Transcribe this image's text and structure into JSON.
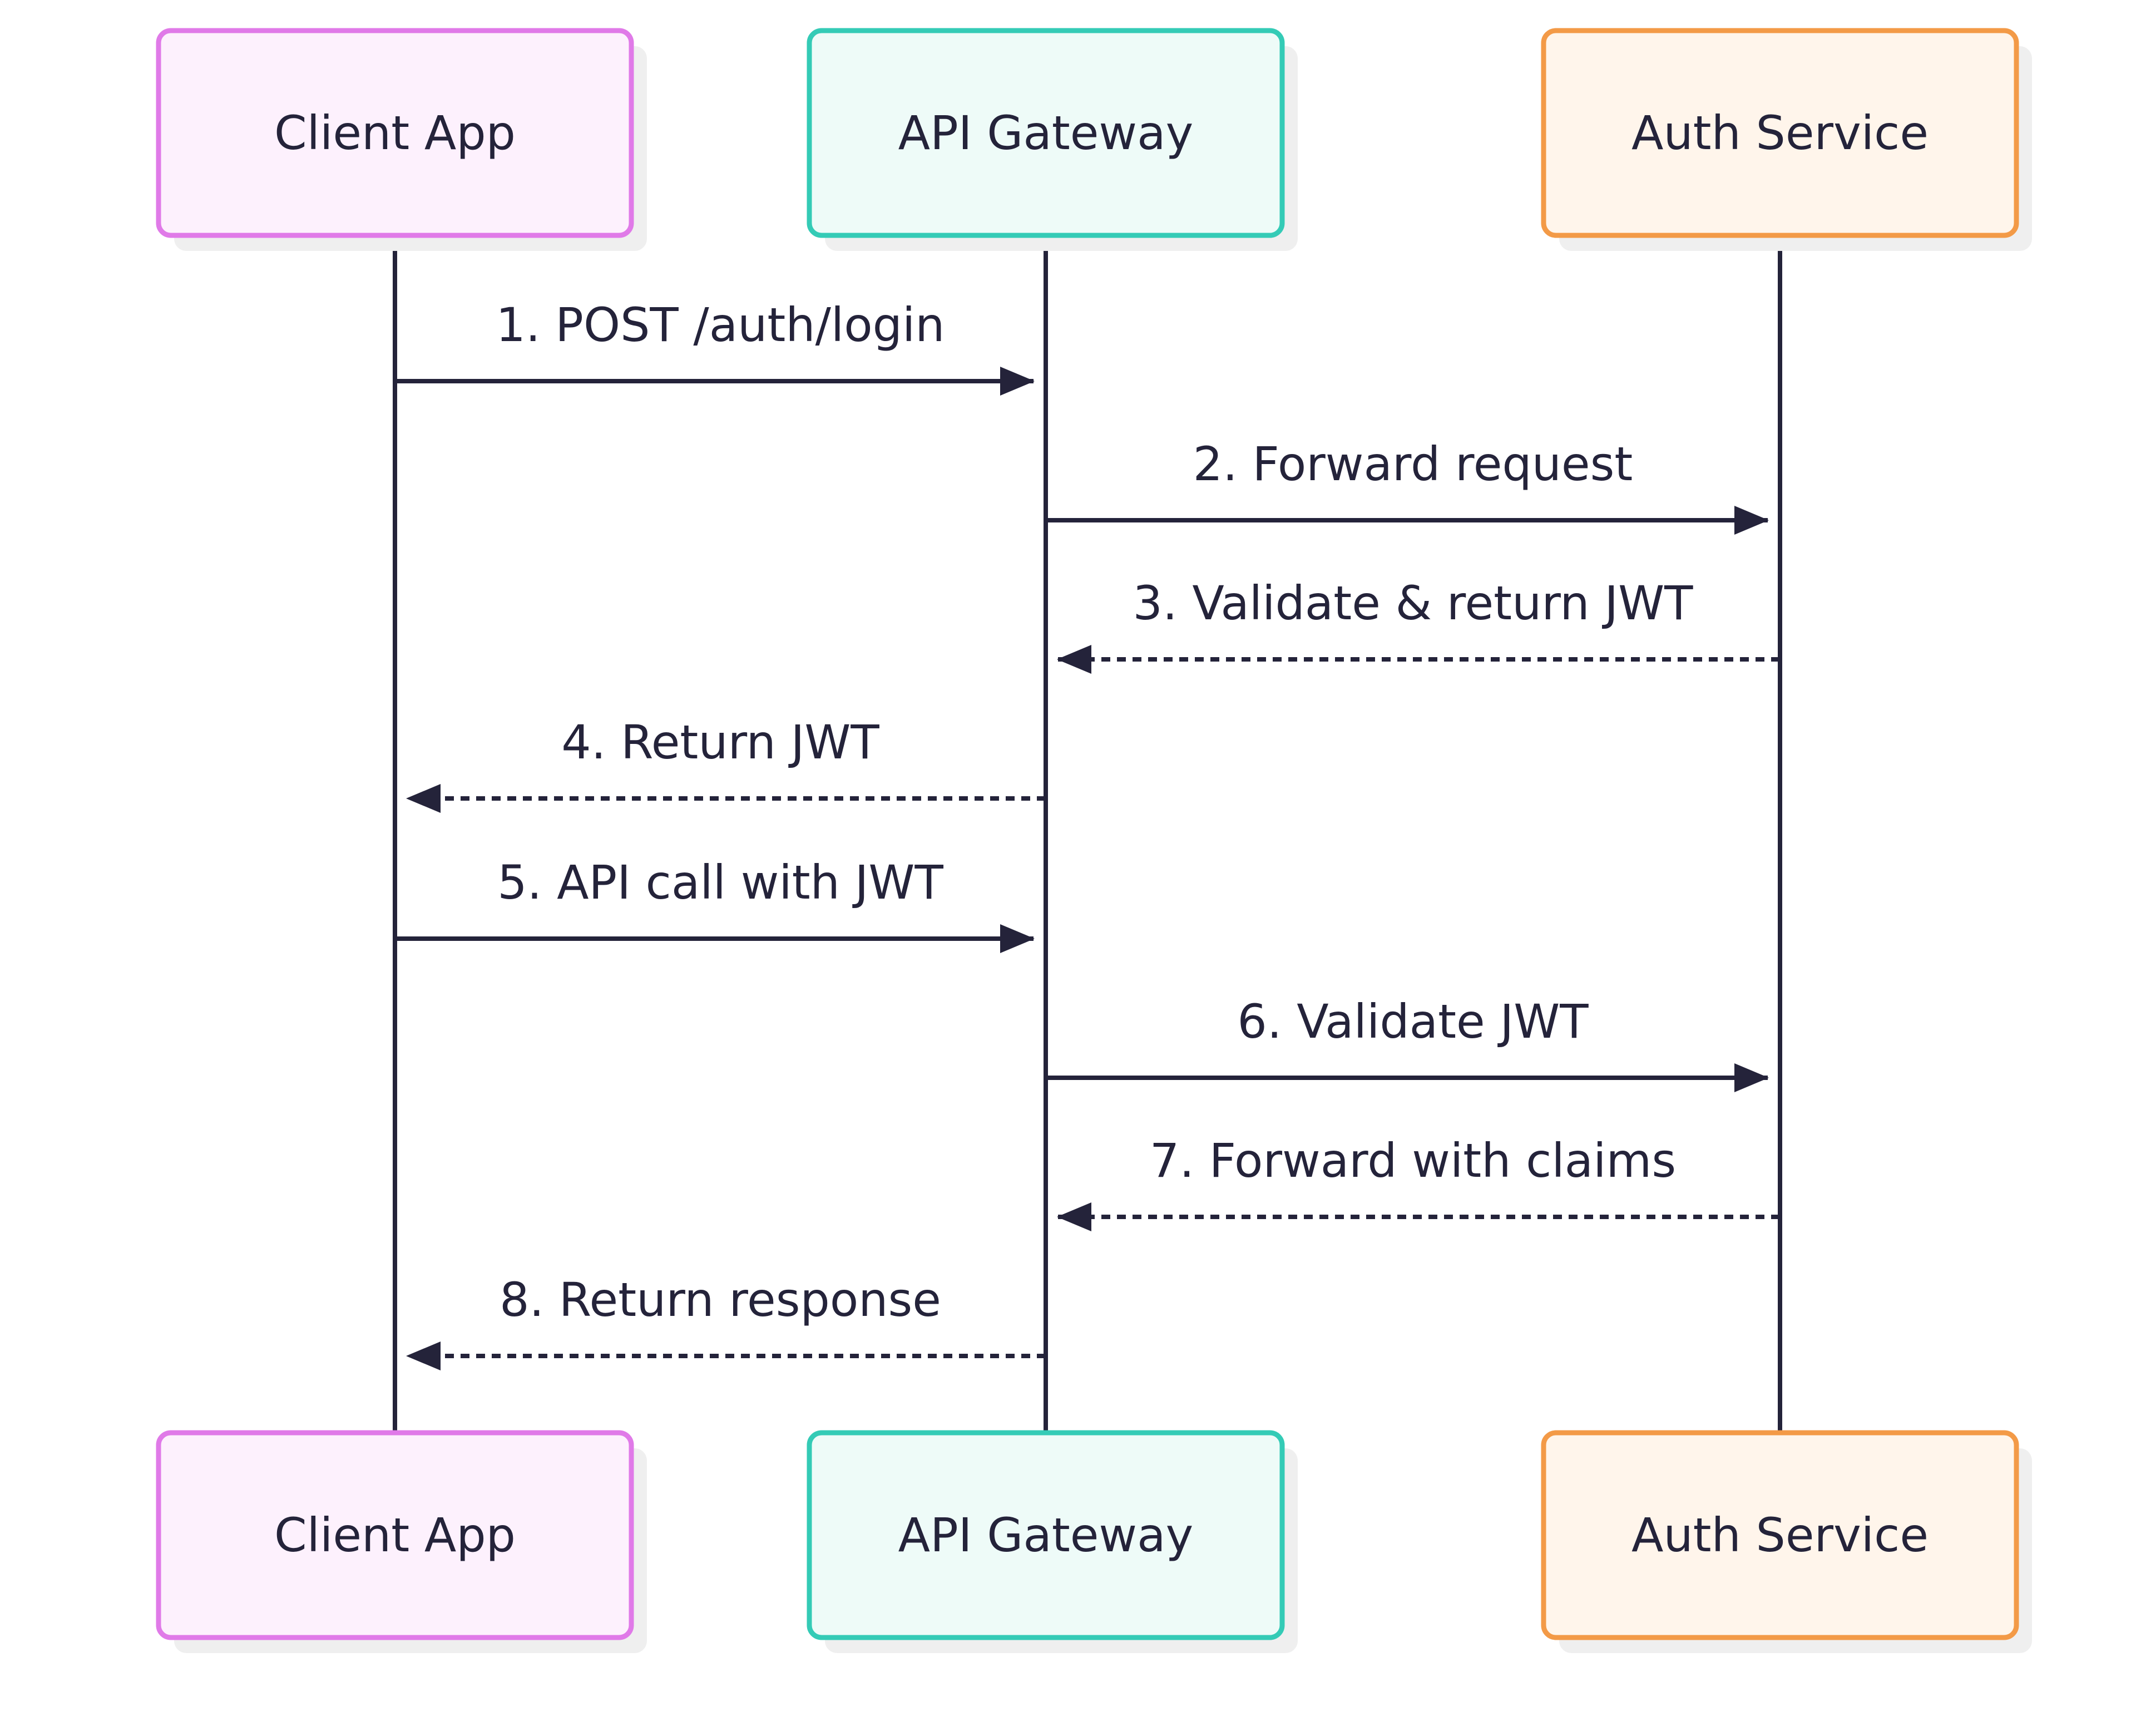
{
  "participants": [
    {
      "id": "client",
      "label": "Client App",
      "border": "#e07ae8",
      "fill": "#fdf1fd"
    },
    {
      "id": "gateway",
      "label": "API Gateway",
      "border": "#34cbb6",
      "fill": "#eefbf8"
    },
    {
      "id": "auth",
      "label": "Auth Service",
      "border": "#f39a47",
      "fill": "#fff5eb"
    }
  ],
  "messages": [
    {
      "from": "client",
      "to": "gateway",
      "label": "1. POST /auth/login",
      "style": "solid"
    },
    {
      "from": "gateway",
      "to": "auth",
      "label": "2. Forward request",
      "style": "solid"
    },
    {
      "from": "auth",
      "to": "gateway",
      "label": "3. Validate & return JWT",
      "style": "dashed"
    },
    {
      "from": "gateway",
      "to": "client",
      "label": "4. Return JWT",
      "style": "dashed"
    },
    {
      "from": "client",
      "to": "gateway",
      "label": "5. API call with JWT",
      "style": "solid"
    },
    {
      "from": "gateway",
      "to": "auth",
      "label": "6. Validate JWT",
      "style": "solid"
    },
    {
      "from": "auth",
      "to": "gateway",
      "label": "7. Forward with claims",
      "style": "dashed"
    },
    {
      "from": "gateway",
      "to": "client",
      "label": "8. Return response",
      "style": "dashed"
    }
  ],
  "colors": {
    "line": "#24233a",
    "shadow": "#efefef"
  }
}
